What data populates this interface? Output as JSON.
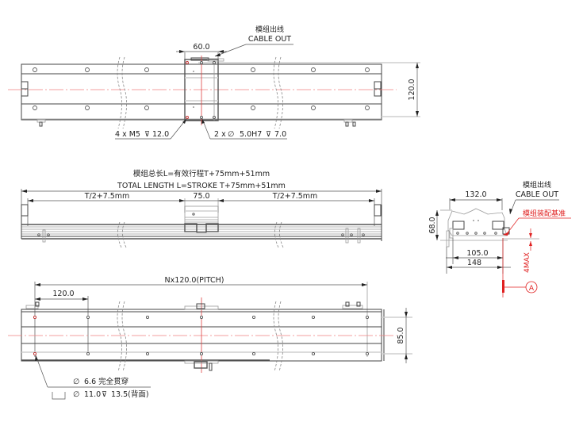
{
  "drawing": {
    "top_view": {
      "cable_out_cn": "模组出线",
      "cable_out_en": "CABLE OUT",
      "carriage_width_dim": "60.0",
      "height_dim": "120.0",
      "thread_callout": "4 x  M5",
      "thread_depth": "12.0",
      "pin_callout": "2 x",
      "pin_spec": "5.0H7",
      "pin_depth": "7.0"
    },
    "side_view": {
      "total_length_cn": "模组总长L=有效行程T+75mm+51mm",
      "total_length_en": "TOTAL LENGTH L=STROKE T+75mm+51mm",
      "left_dim": "T/2+7.5mm",
      "carriage_dim": "75.0",
      "right_dim": "T/2+7.5mm"
    },
    "bottom_view": {
      "pitch_dim": "Nx120.0(PITCH)",
      "first_pitch_dim": "120.0",
      "width_dim": "85.0",
      "hole_through": "6.6 完全贯穿",
      "counterbore_dia": "11.0",
      "counterbore_depth": "13.5(背面)"
    },
    "end_view": {
      "cable_out_cn": "模组出线",
      "cable_out_en": "CABLE OUT",
      "assembly_ref_cn": "模组装配基准",
      "top_width_dim": "132.0",
      "height_dim": "68.0",
      "inner_width_dim": "105.0",
      "outer_width_dim": "148",
      "max_dim": "4MAX",
      "datum_label": "A"
    },
    "colors": {
      "line": "#444444",
      "centerline": "#f08080",
      "annotation_red": "#e02020"
    }
  }
}
